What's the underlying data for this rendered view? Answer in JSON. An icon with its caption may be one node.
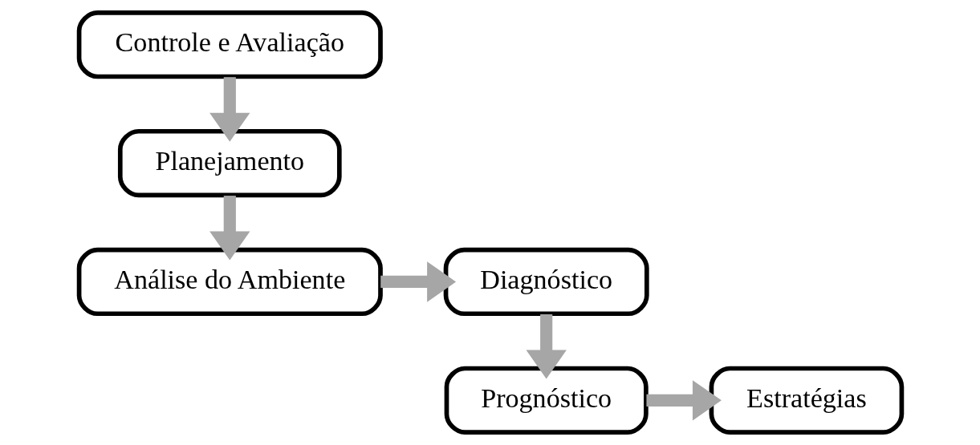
{
  "diagram": {
    "nodes": [
      {
        "text": [
          "Planejamento"
        ]
      },
      {
        "text": [
          "Análise do Ambiente"
        ]
      },
      {
        "text": [
          "Diagnóstico"
        ]
      },
      {
        "text": [
          "Controle e Avaliação"
        ]
      },
      {
        "text": [
          "Estratégias"
        ]
      },
      {
        "text": [
          "Prognóstico"
        ]
      }
    ],
    "edges": [
      {
        "from": 3,
        "to": 0,
        "arrow": "to"
      },
      {
        "from": 0,
        "to": 1,
        "arrow": "to"
      },
      {
        "from": 1,
        "to": 2,
        "arrow": "to"
      },
      {
        "from": 2,
        "to": 5,
        "arrow": "to"
      },
      {
        "from": 5,
        "to": 4,
        "arrow": "to"
      }
    ]
  }
}
